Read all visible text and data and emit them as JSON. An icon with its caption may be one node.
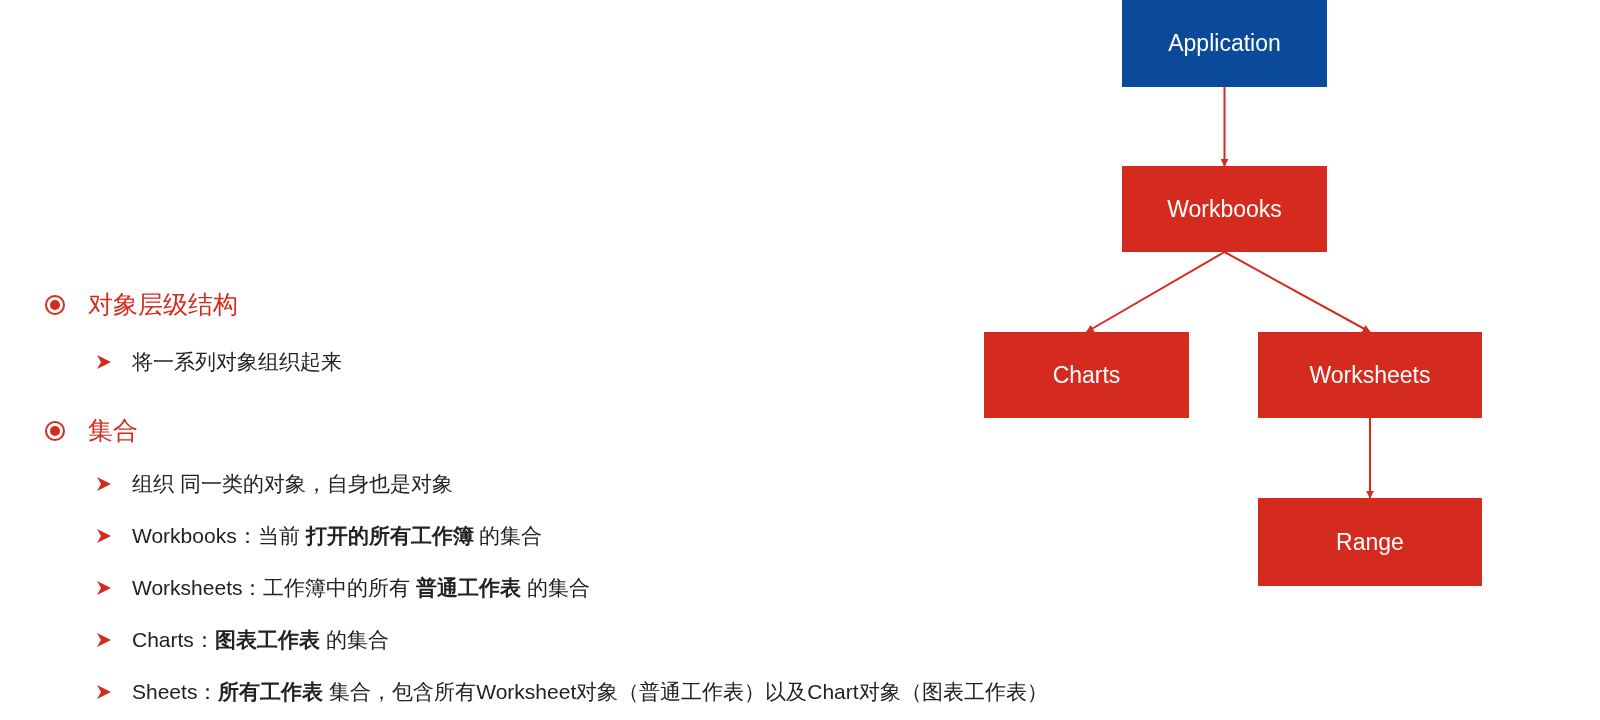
{
  "diagram": {
    "nodes": [
      {
        "text": [
          "Application"
        ]
      },
      {
        "text": [
          "Workbooks"
        ]
      },
      {
        "text": [
          "Charts"
        ]
      },
      {
        "text": [
          "Worksheets"
        ]
      },
      {
        "text": [
          "Range"
        ]
      }
    ],
    "edges": [
      {
        "from": 0,
        "to": 1,
        "arrow": "to"
      },
      {
        "from": 1,
        "to": 2,
        "arrow": "to"
      },
      {
        "from": 1,
        "to": 3,
        "arrow": "to"
      },
      {
        "from": 3,
        "to": 4,
        "arrow": "to"
      }
    ],
    "labels": [
      "对象层级结构",
      "将一系列对象组织起来",
      "集合",
      "组织 同一类的对象，自身也是对象",
      "Workbooks：当前 **打开的所有工作簿** 的集合",
      "Worksheets：工作簿中的所有 **普通工作表** 的集合",
      "Charts：**图表工作表** 的集合",
      "Sheets：**所有工作表** 集合，包含所有Worksheet对象（普通工作表）以及Chart对象（图表工作表）"
    ]
  }
}
